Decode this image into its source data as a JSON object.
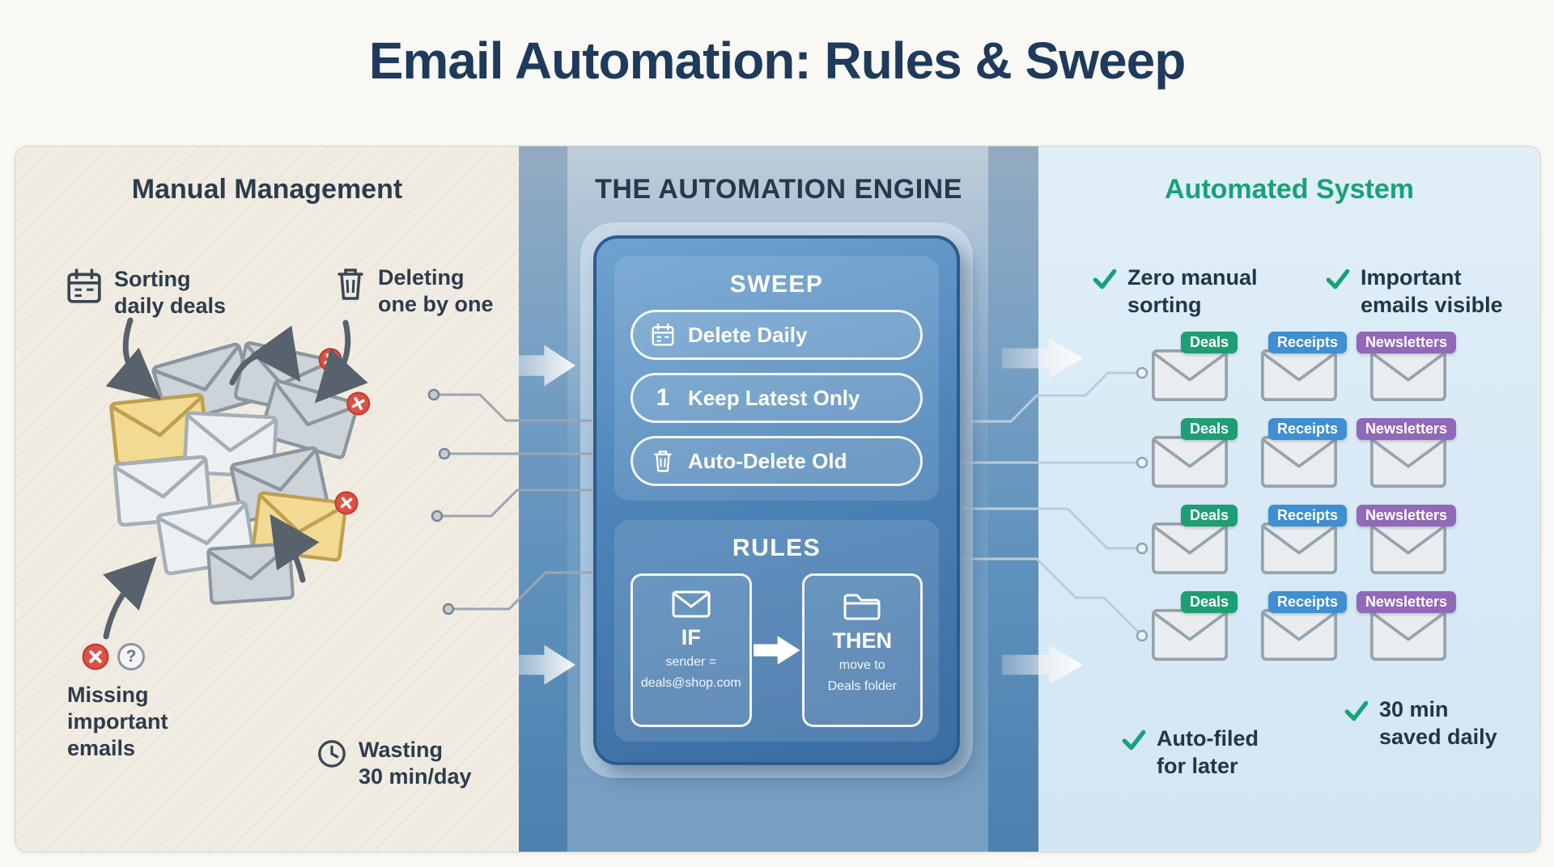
{
  "title": "Email Automation: Rules & Sweep",
  "glyphs": {
    "question": "?",
    "number_one": "1"
  },
  "colors": {
    "title_text": "#1e3a5c",
    "automated_header_green": "#17a277",
    "engine_card_blue": "#4d84b8",
    "engine_card_border": "#2b5c90",
    "error_red": "#dd5144",
    "deals_badge": "#1d9e73",
    "receipts_badge": "#3f8fd2",
    "newsletters_badge": "#9268b8"
  },
  "manual_panel": {
    "header": "Manual Management",
    "items": [
      {
        "icon": "calendar-icon",
        "label": "Sorting\ndaily deals"
      },
      {
        "icon": "trash-icon",
        "label": "Deleting\none by one"
      },
      {
        "icon": "error-question-icons",
        "label": "Missing\nimportant\nemails"
      },
      {
        "icon": "clock-icon",
        "label": "Wasting\n30 min/day"
      }
    ]
  },
  "engine_panel": {
    "header": "THE AUTOMATION ENGINE",
    "sweep": {
      "title": "SWEEP",
      "actions": [
        {
          "icon": "calendar-icon",
          "label": "Delete Daily"
        },
        {
          "icon": "number-one-icon",
          "label": "Keep Latest Only"
        },
        {
          "icon": "trash-icon",
          "label": "Auto-Delete Old"
        }
      ]
    },
    "rules": {
      "title": "RULES",
      "condition": {
        "keyword": "IF",
        "line1": "sender =",
        "line2": "deals@shop.com"
      },
      "action": {
        "keyword": "THEN",
        "line1": "move to",
        "line2": "Deals folder"
      }
    }
  },
  "automated_panel": {
    "header": "Automated System",
    "benefits": [
      {
        "label": "Zero manual\nsorting"
      },
      {
        "label": "Important\nemails visible"
      },
      {
        "label": "Auto-filed\nfor later"
      },
      {
        "label": "30 min\nsaved daily"
      }
    ],
    "categories": [
      {
        "label": "Deals",
        "color": "#1d9e73"
      },
      {
        "label": "Receipts",
        "color": "#3f8fd2"
      },
      {
        "label": "Newsletters",
        "color": "#9268b8"
      }
    ],
    "grid_rows": 4
  }
}
